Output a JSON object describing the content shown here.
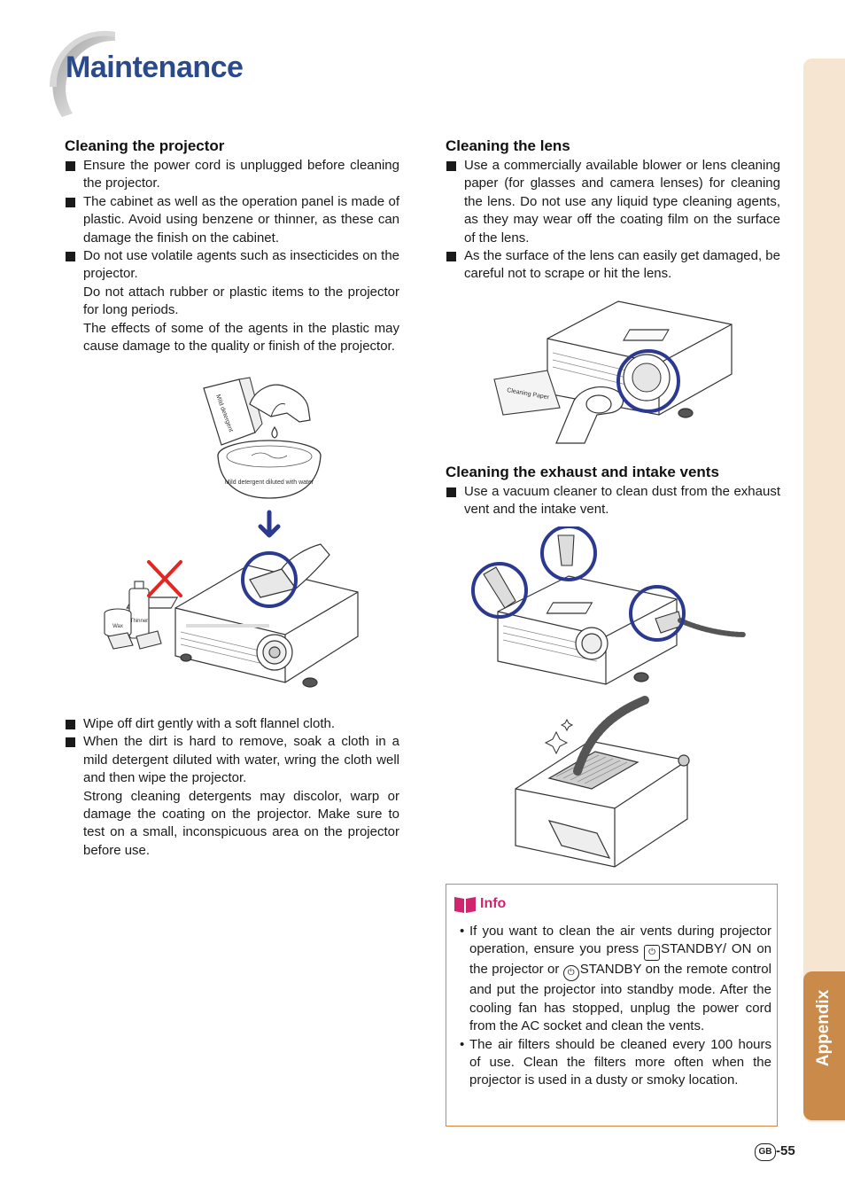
{
  "page": {
    "title": "Maintenance",
    "side_tab": "Appendix",
    "page_number": "-55",
    "page_badge": "GB"
  },
  "cleaning_projector": {
    "heading": "Cleaning the projector",
    "bullets": [
      "Ensure the power cord is unplugged before cleaning the projector.",
      "The cabinet as well as the operation panel is made of plastic. Avoid using benzene or thinner, as these can damage the finish on the cabinet.",
      "Do not use volatile agents such as insecticides on the projector."
    ],
    "continuations": [
      "Do not attach rubber or plastic items to the projector for long periods.",
      "The effects of some of the agents in the plastic may cause damage to the quality or finish of the projector."
    ],
    "illustration_labels": {
      "bottle": "Mild detergent",
      "bowl": "Mild detergent diluted with water",
      "wax": "Wax",
      "thinner": "Thinner"
    },
    "bullets_bottom": [
      "Wipe off dirt gently with a soft flannel cloth.",
      "When the dirt is hard to remove, soak a cloth in a mild detergent diluted with water, wring the cloth well and then wipe the projector."
    ],
    "continuation_bottom": "Strong cleaning detergents may discolor, warp or damage the coating on the projector. Make sure to test on a small, inconspicuous area on the projector before use."
  },
  "cleaning_lens": {
    "heading": "Cleaning the lens",
    "bullets": [
      "Use a commercially available blower or lens cleaning paper (for glasses and camera lenses) for cleaning the lens. Do not use any liquid type cleaning agents, as they may wear off the coating film on the surface of the lens.",
      "As the surface of the lens can easily get damaged, be careful not to scrape or hit the lens."
    ],
    "paper_label": "Cleaning Paper"
  },
  "cleaning_vents": {
    "heading": "Cleaning the exhaust and intake vents",
    "bullets": [
      "Use a vacuum cleaner to clean dust from the exhaust vent and the intake vent."
    ]
  },
  "info": {
    "title": "Info",
    "item1_a": "If you want to clean the air vents during projector operation, ensure you press",
    "item1_b": "STANDBY/ ON on the projector or",
    "item1_c": "STANDBY on the remote control and put the projector into standby mode. After the cooling fan has stopped, unplug the power cord from the AC socket and clean the vents.",
    "item2": "The air filters should be cleaned every 100 hours of use. Clean the filters more often when the projector is used in a dusty or smoky location."
  },
  "colors": {
    "title_blue": "#2a4a8c",
    "tab_brown": "#c98a4a",
    "tab_light": "#f6e6d1",
    "info_border": "#d9843a",
    "info_title": "#d0246e",
    "circle_blue": "#2b3990",
    "cross_red": "#e52521"
  }
}
